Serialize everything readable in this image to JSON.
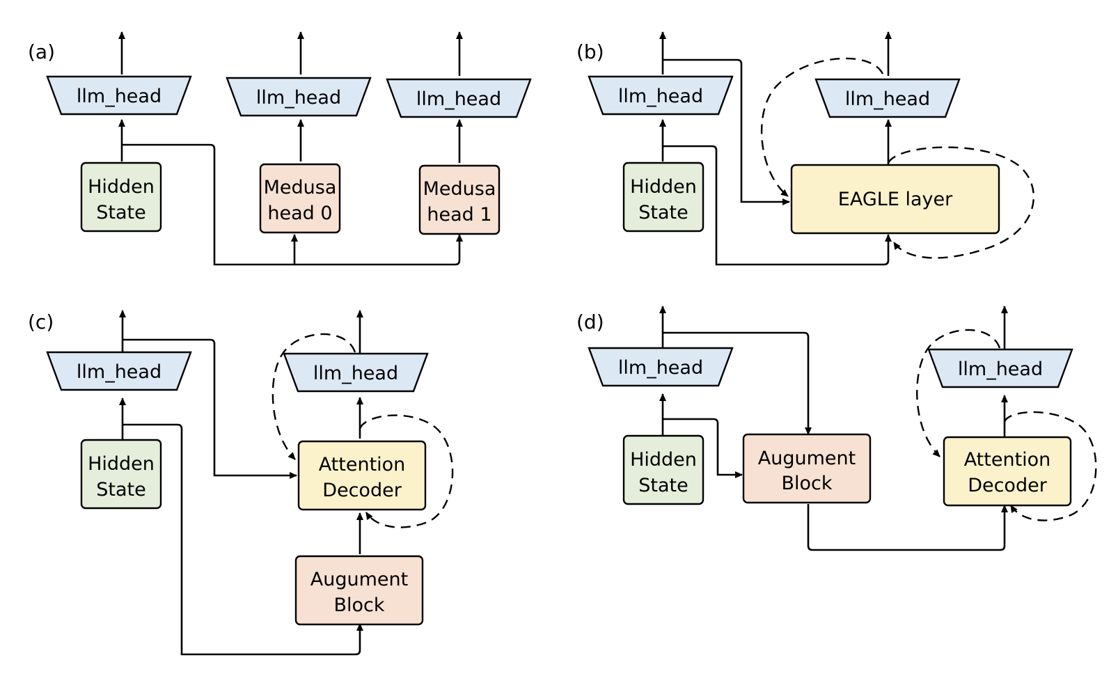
{
  "colors": {
    "llm_head_fill": "#dde8f5",
    "hidden_state_fill": "#e4eedb",
    "peach_fill": "#f7e1d2",
    "yellow_fill": "#fbf2cc",
    "stroke": "#000000"
  },
  "panels": {
    "a": {
      "label": "(a)",
      "llm_head_1": "llm_head",
      "llm_head_2": "llm_head",
      "llm_head_3": "llm_head",
      "hidden_l1": "Hidden",
      "hidden_l2": "State",
      "medusa0_l1": "Medusa",
      "medusa0_l2": "head 0",
      "medusa1_l1": "Medusa",
      "medusa1_l2": "head 1"
    },
    "b": {
      "label": "(b)",
      "llm_head_1": "llm_head",
      "llm_head_2": "llm_head",
      "hidden_l1": "Hidden",
      "hidden_l2": "State",
      "eagle": "EAGLE layer"
    },
    "c": {
      "label": "(c)",
      "llm_head_1": "llm_head",
      "llm_head_2": "llm_head",
      "hidden_l1": "Hidden",
      "hidden_l2": "State",
      "attn_l1": "Attention",
      "attn_l2": "Decoder",
      "aug_l1": "Augument",
      "aug_l2": "Block"
    },
    "d": {
      "label": "(d)",
      "llm_head_1": "llm_head",
      "llm_head_2": "llm_head",
      "hidden_l1": "Hidden",
      "hidden_l2": "State",
      "aug_l1": "Augument",
      "aug_l2": "Block",
      "attn_l1": "Attention",
      "attn_l2": "Decoder"
    }
  }
}
